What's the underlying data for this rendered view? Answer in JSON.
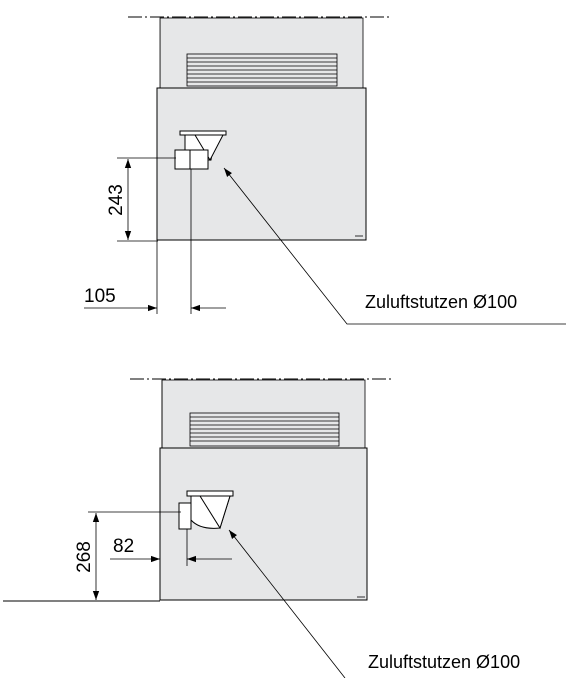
{
  "views": [
    {
      "dim_vertical": "243",
      "dim_horizontal": "105",
      "label": "Zuluftstutzen Ø100"
    },
    {
      "dim_vertical": "268",
      "dim_horizontal": "82",
      "label": "Zuluftstutzen Ø100"
    }
  ],
  "colors": {
    "unit_fill": "#e6e7e8",
    "line": "#000000"
  }
}
